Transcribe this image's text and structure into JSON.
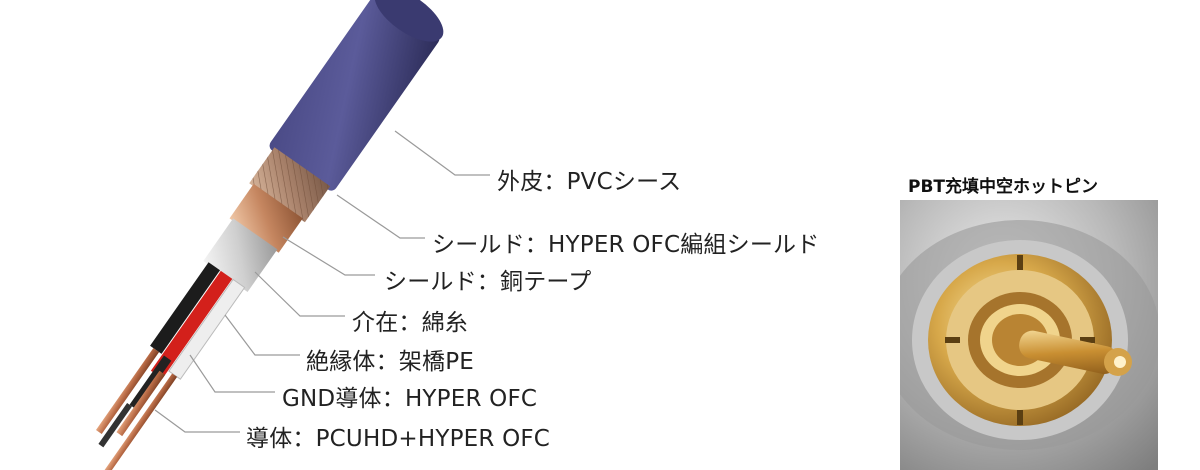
{
  "cable_labels": [
    "外皮：PVCシース",
    "シールド：HYPER OFC編組シールド",
    "シールド：銅テープ",
    "介在：綿糸",
    "絶縁体：架橋PE",
    "GND導体：HYPER OFC",
    "導体：PCUHD+HYPER OFC"
  ],
  "pin_title": "PBT充填中空ホットピン",
  "icons": [
    "cable-cross-section-image",
    "rca-pin-photo"
  ]
}
